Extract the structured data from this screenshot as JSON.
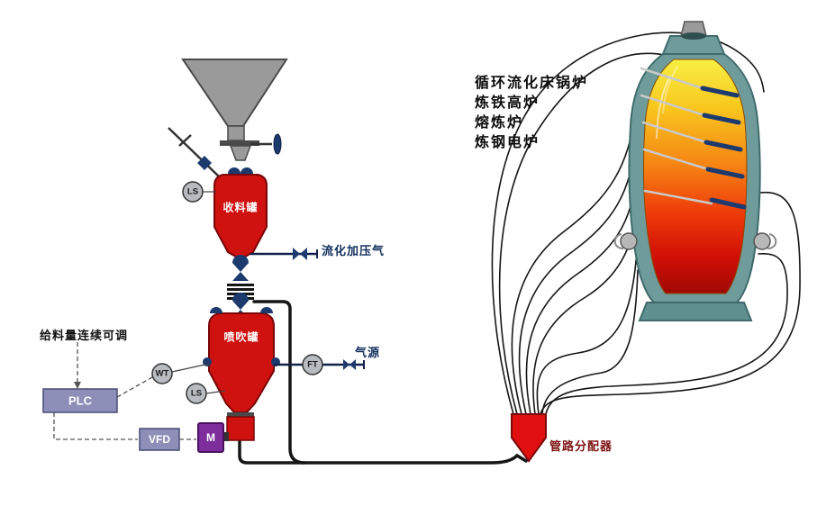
{
  "diagram": {
    "furnace_applications": [
      "循环流化床锅炉",
      "炼铁高炉",
      "熔炼炉",
      "炼钢电炉"
    ],
    "vessels": {
      "receiver": "收料罐",
      "injection": "喷吹罐"
    },
    "pipe_labels": {
      "fluidizing_gas": "流化加压气",
      "gas_source": "气源",
      "distributor": "管路分配器"
    },
    "control": {
      "feed_note": "给料量连续可调",
      "plc": "PLC",
      "vfd": "VFD",
      "motor": "M"
    },
    "instruments": {
      "ls_top": "LS",
      "wt": "WT",
      "ls_bottom": "LS",
      "ft": "FT"
    },
    "colors": {
      "vessel_red": "#cf1110",
      "valve_navy": "#1d3a6e",
      "furnace_shell_teal": "#6f9b9b",
      "flame_yellow": "#f8ef44",
      "flame_orange": "#f58414",
      "flame_red": "#cf0e05",
      "distributor_red": "#e01010",
      "device_slate": "#8d8fb8",
      "motor_purple": "#7d2d9c",
      "pipe_black": "#161616",
      "hopper_gray": "#9a9a9a"
    }
  }
}
